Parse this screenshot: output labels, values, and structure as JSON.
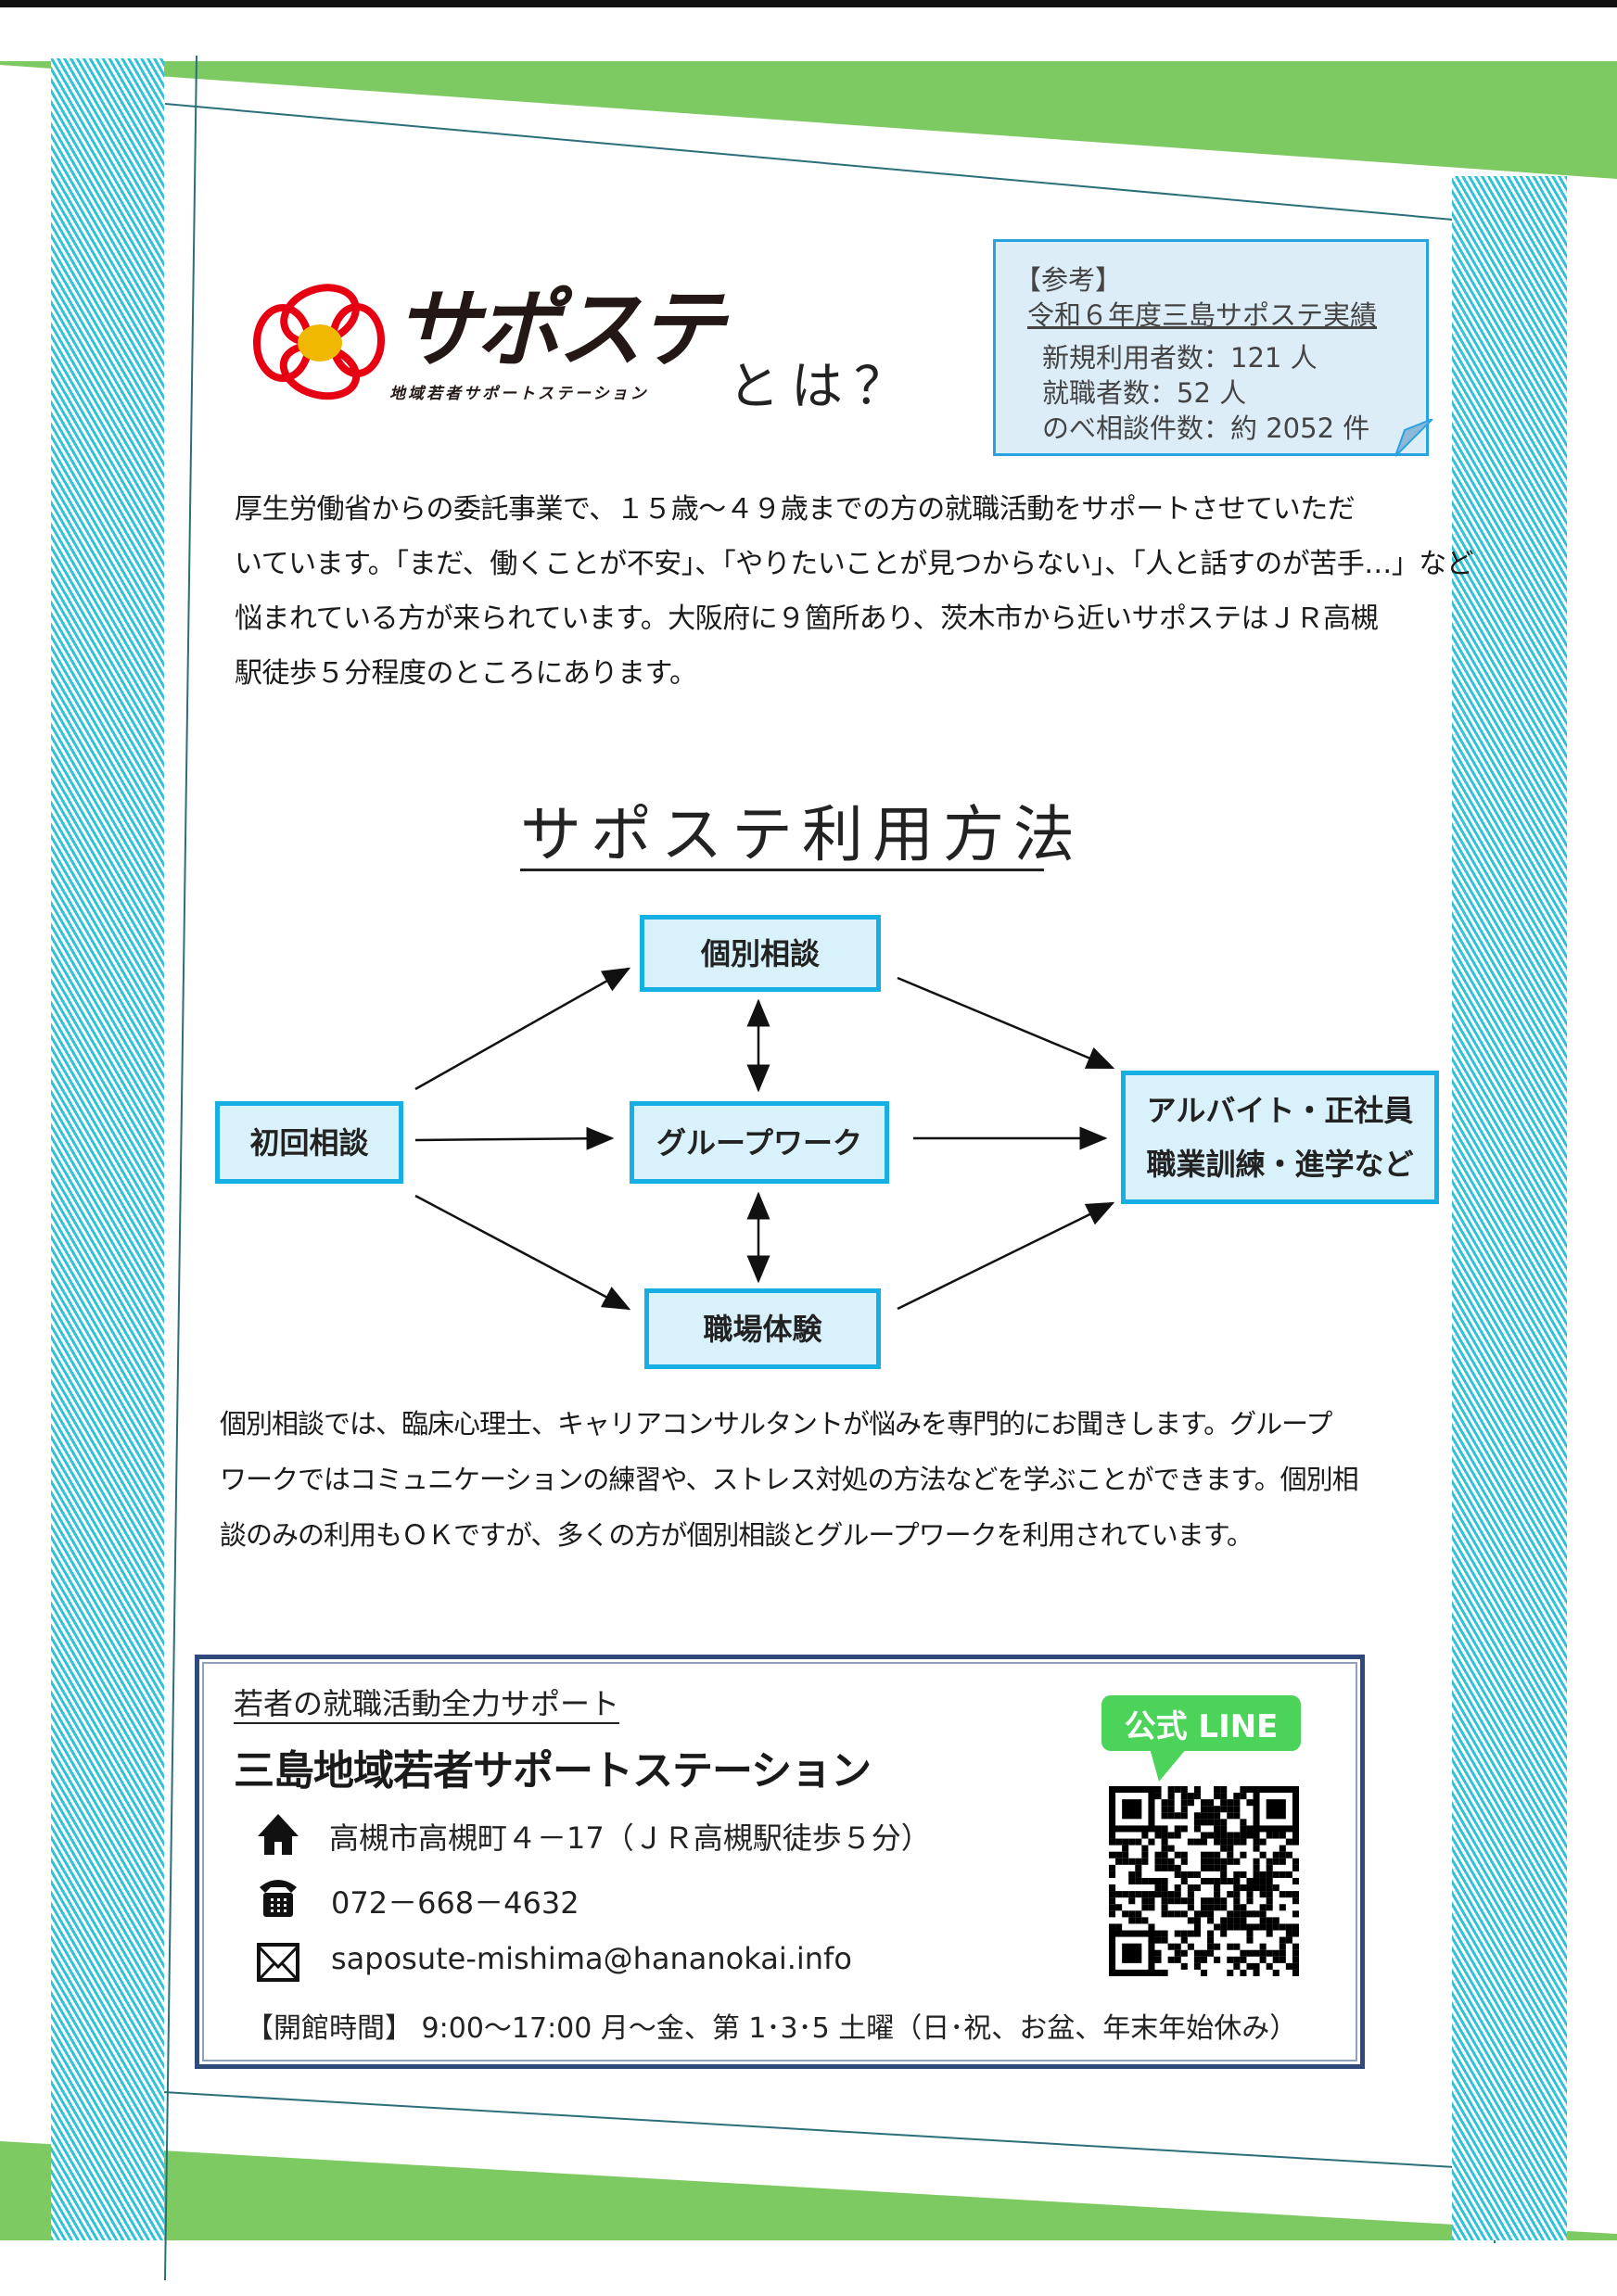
{
  "logo": {
    "name": "サポステ",
    "subtitle": "地域若者サポートステーション",
    "question": "とは？"
  },
  "reference": {
    "label": "【参考】",
    "title": "令和６年度三島サポステ実績",
    "stats": [
      "新規利用者数：121 人",
      "就職者数：52 人",
      "のべ相談件数：約 2052 件"
    ]
  },
  "intro": [
    "厚生労働省からの委託事業で、１５歳～４９歳までの方の就職活動をサポートさせていただ",
    "いています。「まだ、働くことが不安」、「やりたいことが見つからない」、「人と話すのが苦手…」など",
    "悩まれている方が来られています。大阪府に９箇所あり、茨木市から近いサポステはＪＲ高槻",
    "駅徒歩５分程度のところにあります。"
  ],
  "flow": {
    "title": "サポステ利用方法",
    "start": "初回相談",
    "individual": "個別相談",
    "group": "グループワーク",
    "workplace": "職場体験",
    "goal_line1": "アルバイト・正社員",
    "goal_line2": "職業訓練・進学など"
  },
  "description": [
    "個別相談では、臨床心理士、キャリアコンサルタントが悩みを専門的にお聞きします。グループ",
    "ワークではコミュニケーションの練習や、ストレス対処の方法などを学ぶことができます。個別相",
    "談のみの利用もＯＫですが、多くの方が個別相談とグループワークを利用されています。"
  ],
  "contact": {
    "tagline": "若者の就職活動全力サポート",
    "name": "三島地域若者サポートステーション",
    "address": "高槻市高槻町４－17（ＪＲ高槻駅徒歩５分）",
    "phone": "072－668－4632",
    "email": "saposute-mishima@hananokai.info",
    "hours": "【開館時間】 9:00～17:00  月～金、第 1･3･5 土曜（日･祝、お盆、年末年始休み）",
    "line_label": "公式 LINE"
  },
  "colors": {
    "green": "#7dca62",
    "cyan": "#16afe3",
    "navy": "#2f4a7a",
    "line_green": "#4cd35a"
  }
}
